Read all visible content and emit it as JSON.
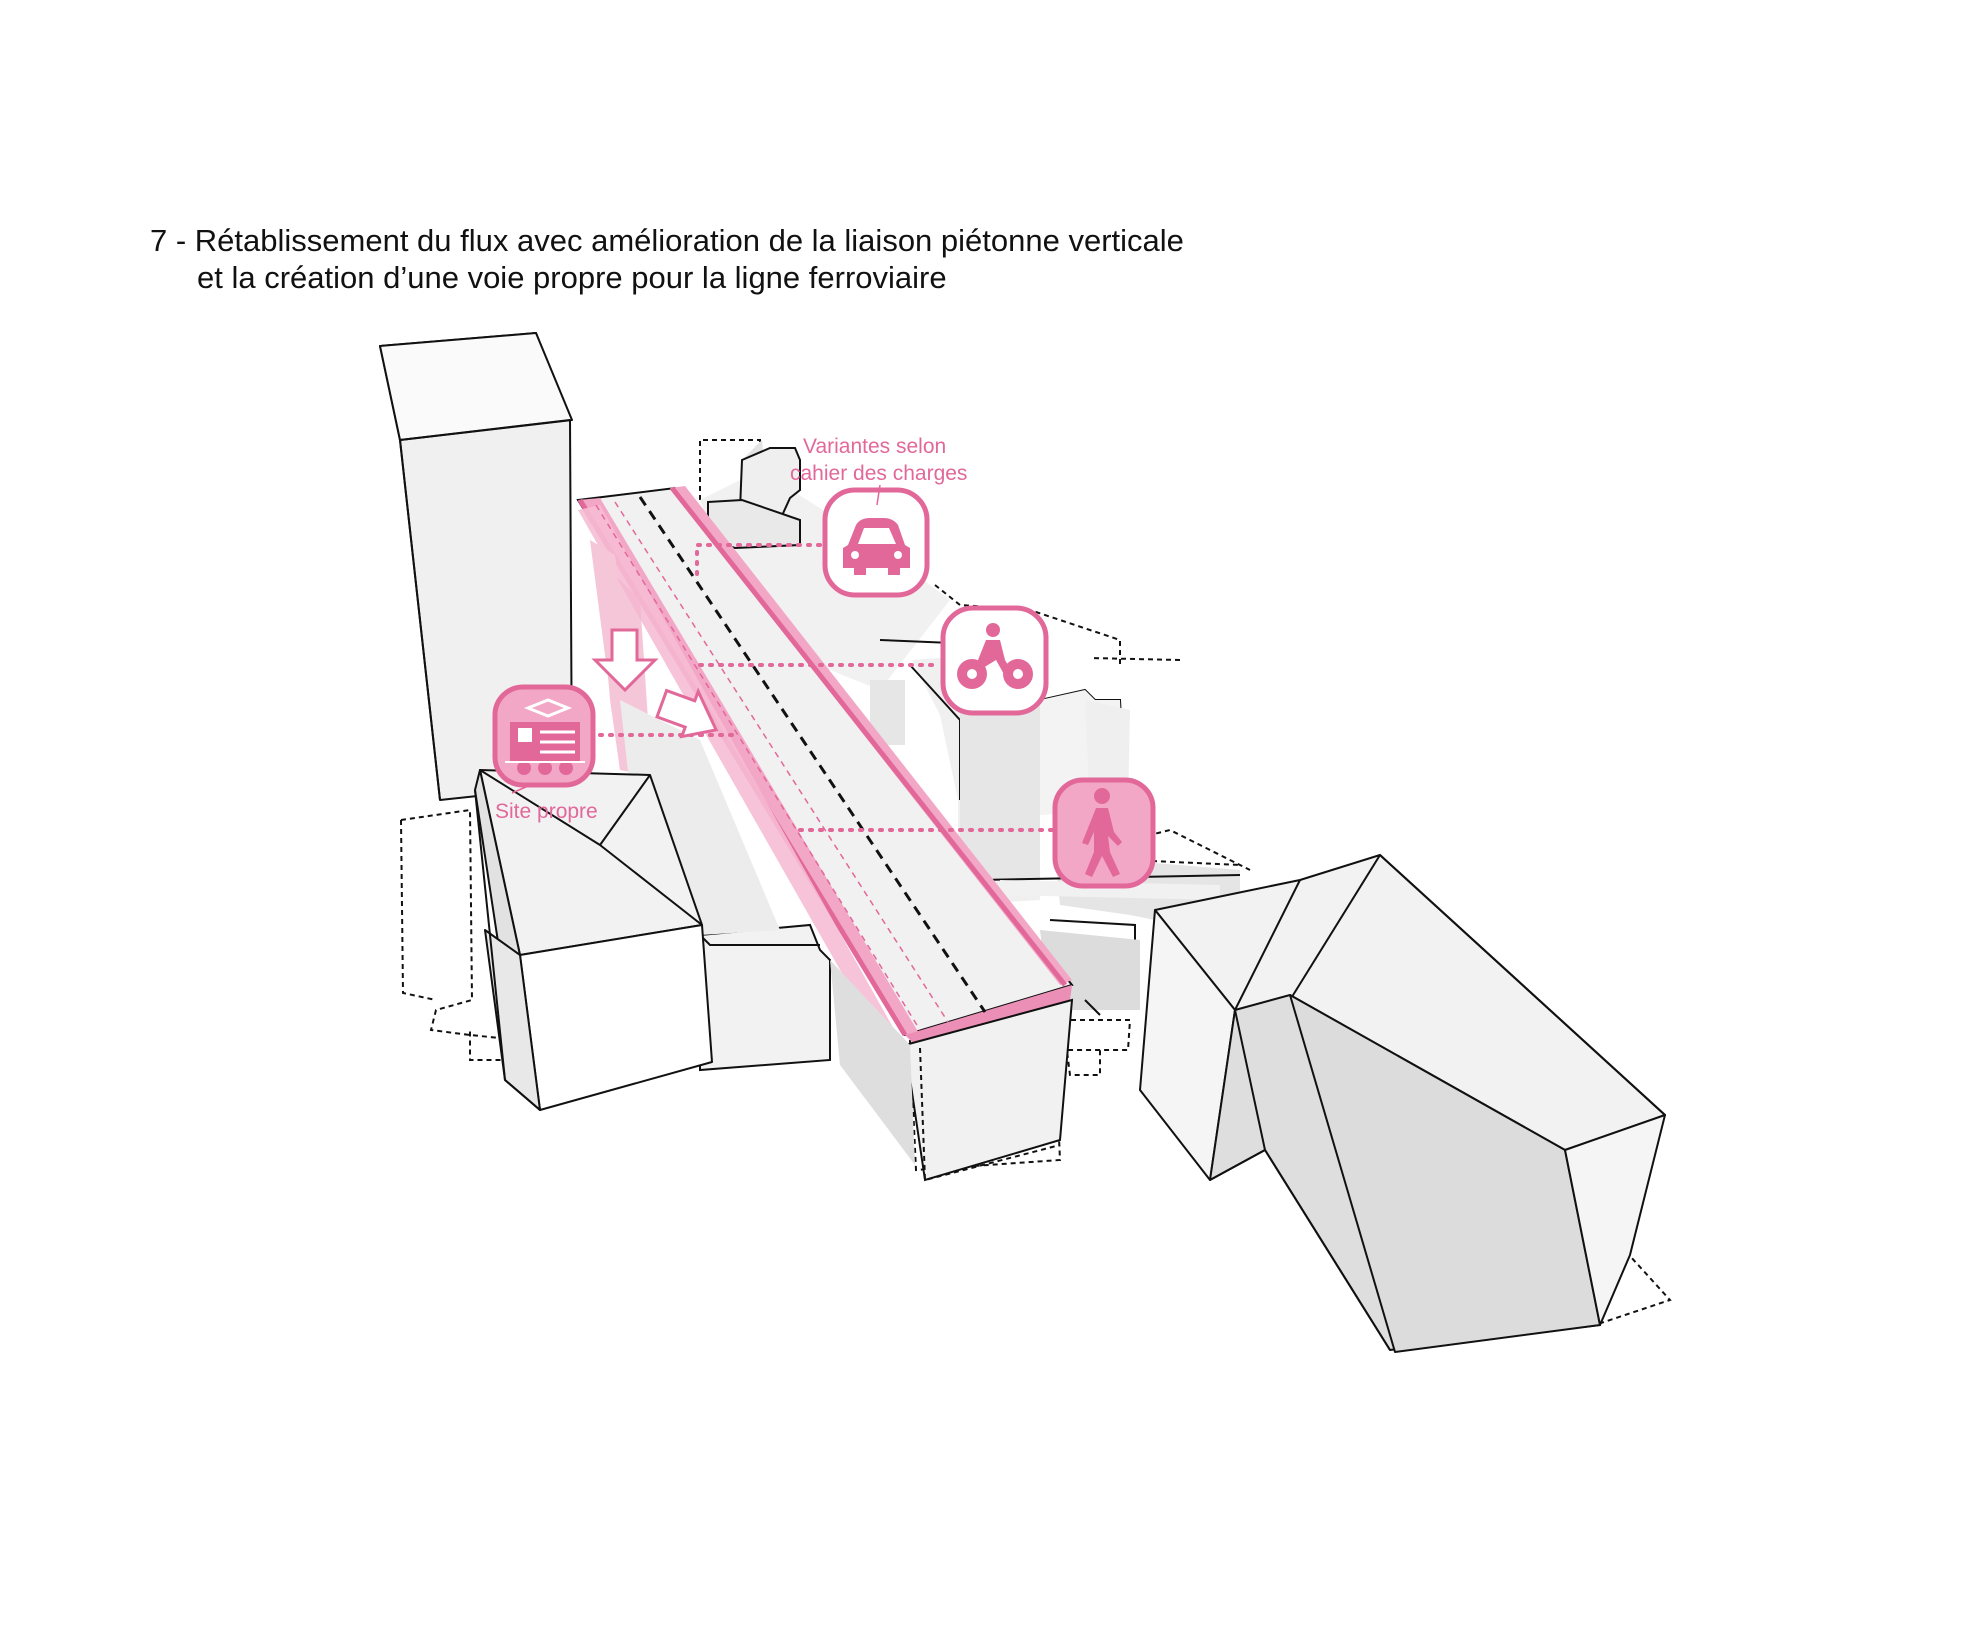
{
  "title": {
    "line1": "7 - Rétablissement du flux avec amélioration de la liaison piétonne verticale",
    "line2": "et la création d’une voie propre pour la ligne ferroviaire"
  },
  "labels": {
    "variantes_line1": "Variantes selon",
    "variantes_line2": "cahier des charges",
    "site_propre": "Site propre"
  },
  "icons": [
    "car-icon",
    "bicycle-icon",
    "train-icon",
    "pedestrian-icon",
    "down-arrow-icon",
    "right-arrow-icon"
  ],
  "colors": {
    "accent": "#e2689a",
    "accent_fill": "#f3a7c6",
    "building_face": "#eeeeee",
    "building_side": "#dddddd",
    "outline": "#111111"
  }
}
